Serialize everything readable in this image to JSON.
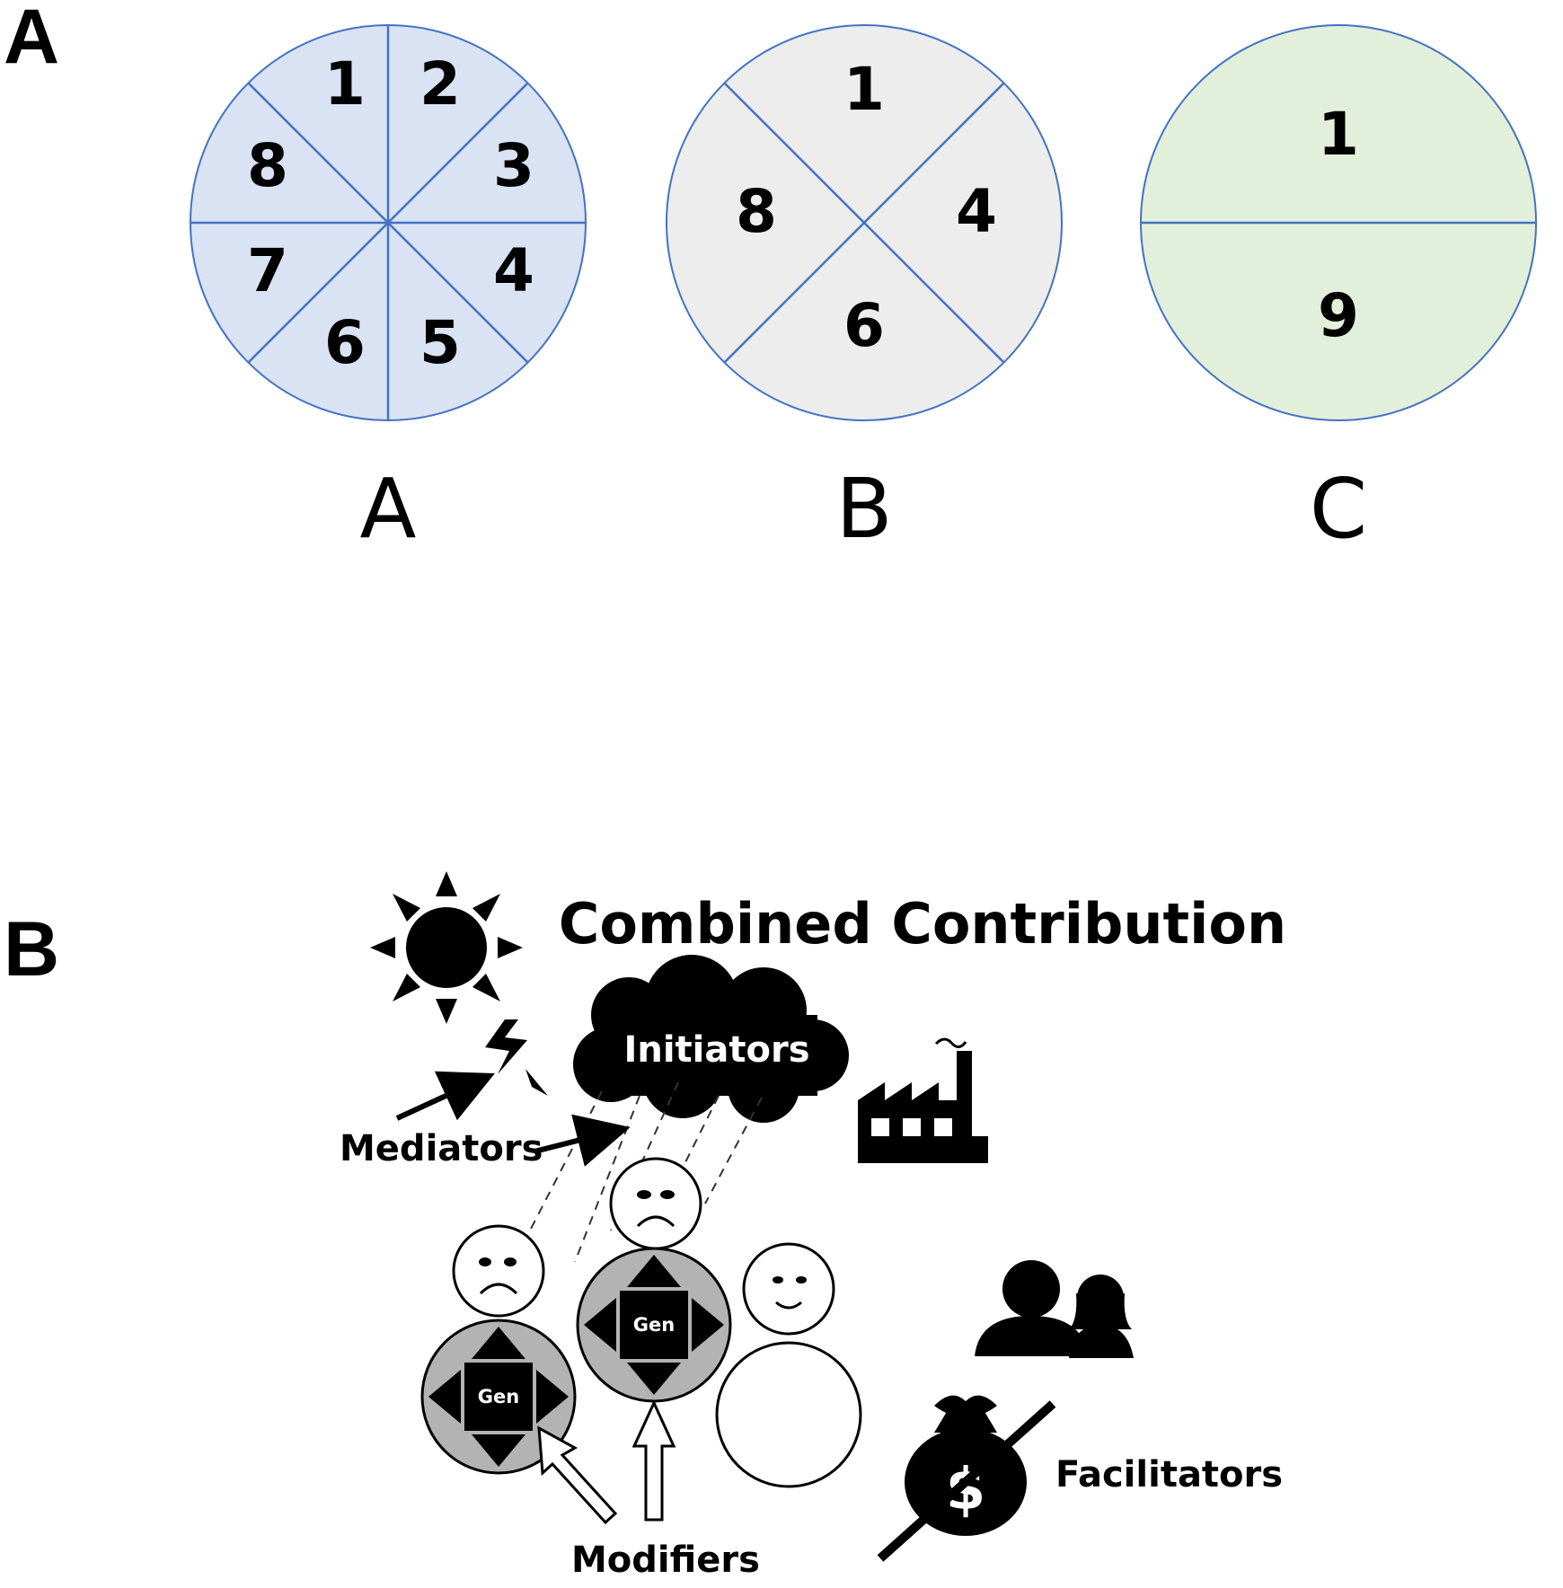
{
  "panel_a": {
    "label": "A",
    "circles": [
      {
        "caption": "A",
        "numbers": [
          "1",
          "2",
          "3",
          "4",
          "5",
          "6",
          "7",
          "8"
        ],
        "fill": "#dae3f3"
      },
      {
        "caption": "B",
        "numbers": [
          "1",
          "4",
          "6",
          "8"
        ],
        "fill": "#ededed"
      },
      {
        "caption": "C",
        "numbers": [
          "1",
          "9"
        ],
        "fill": "#e2efda"
      }
    ],
    "line_color": "#4472c4"
  },
  "panel_b": {
    "label": "B",
    "title": "Combined Contribution",
    "initiators": "Initiators",
    "mediators": "Mediators",
    "modifiers": "Modifiers",
    "facilitators": "Facilitators",
    "gen_label": "Gen",
    "gen_fill": "#b3b3b3",
    "icons": [
      "sun-icon",
      "lightning-icon",
      "cloud-icon",
      "factory-icon",
      "people-icon",
      "money-bag-icon"
    ]
  }
}
